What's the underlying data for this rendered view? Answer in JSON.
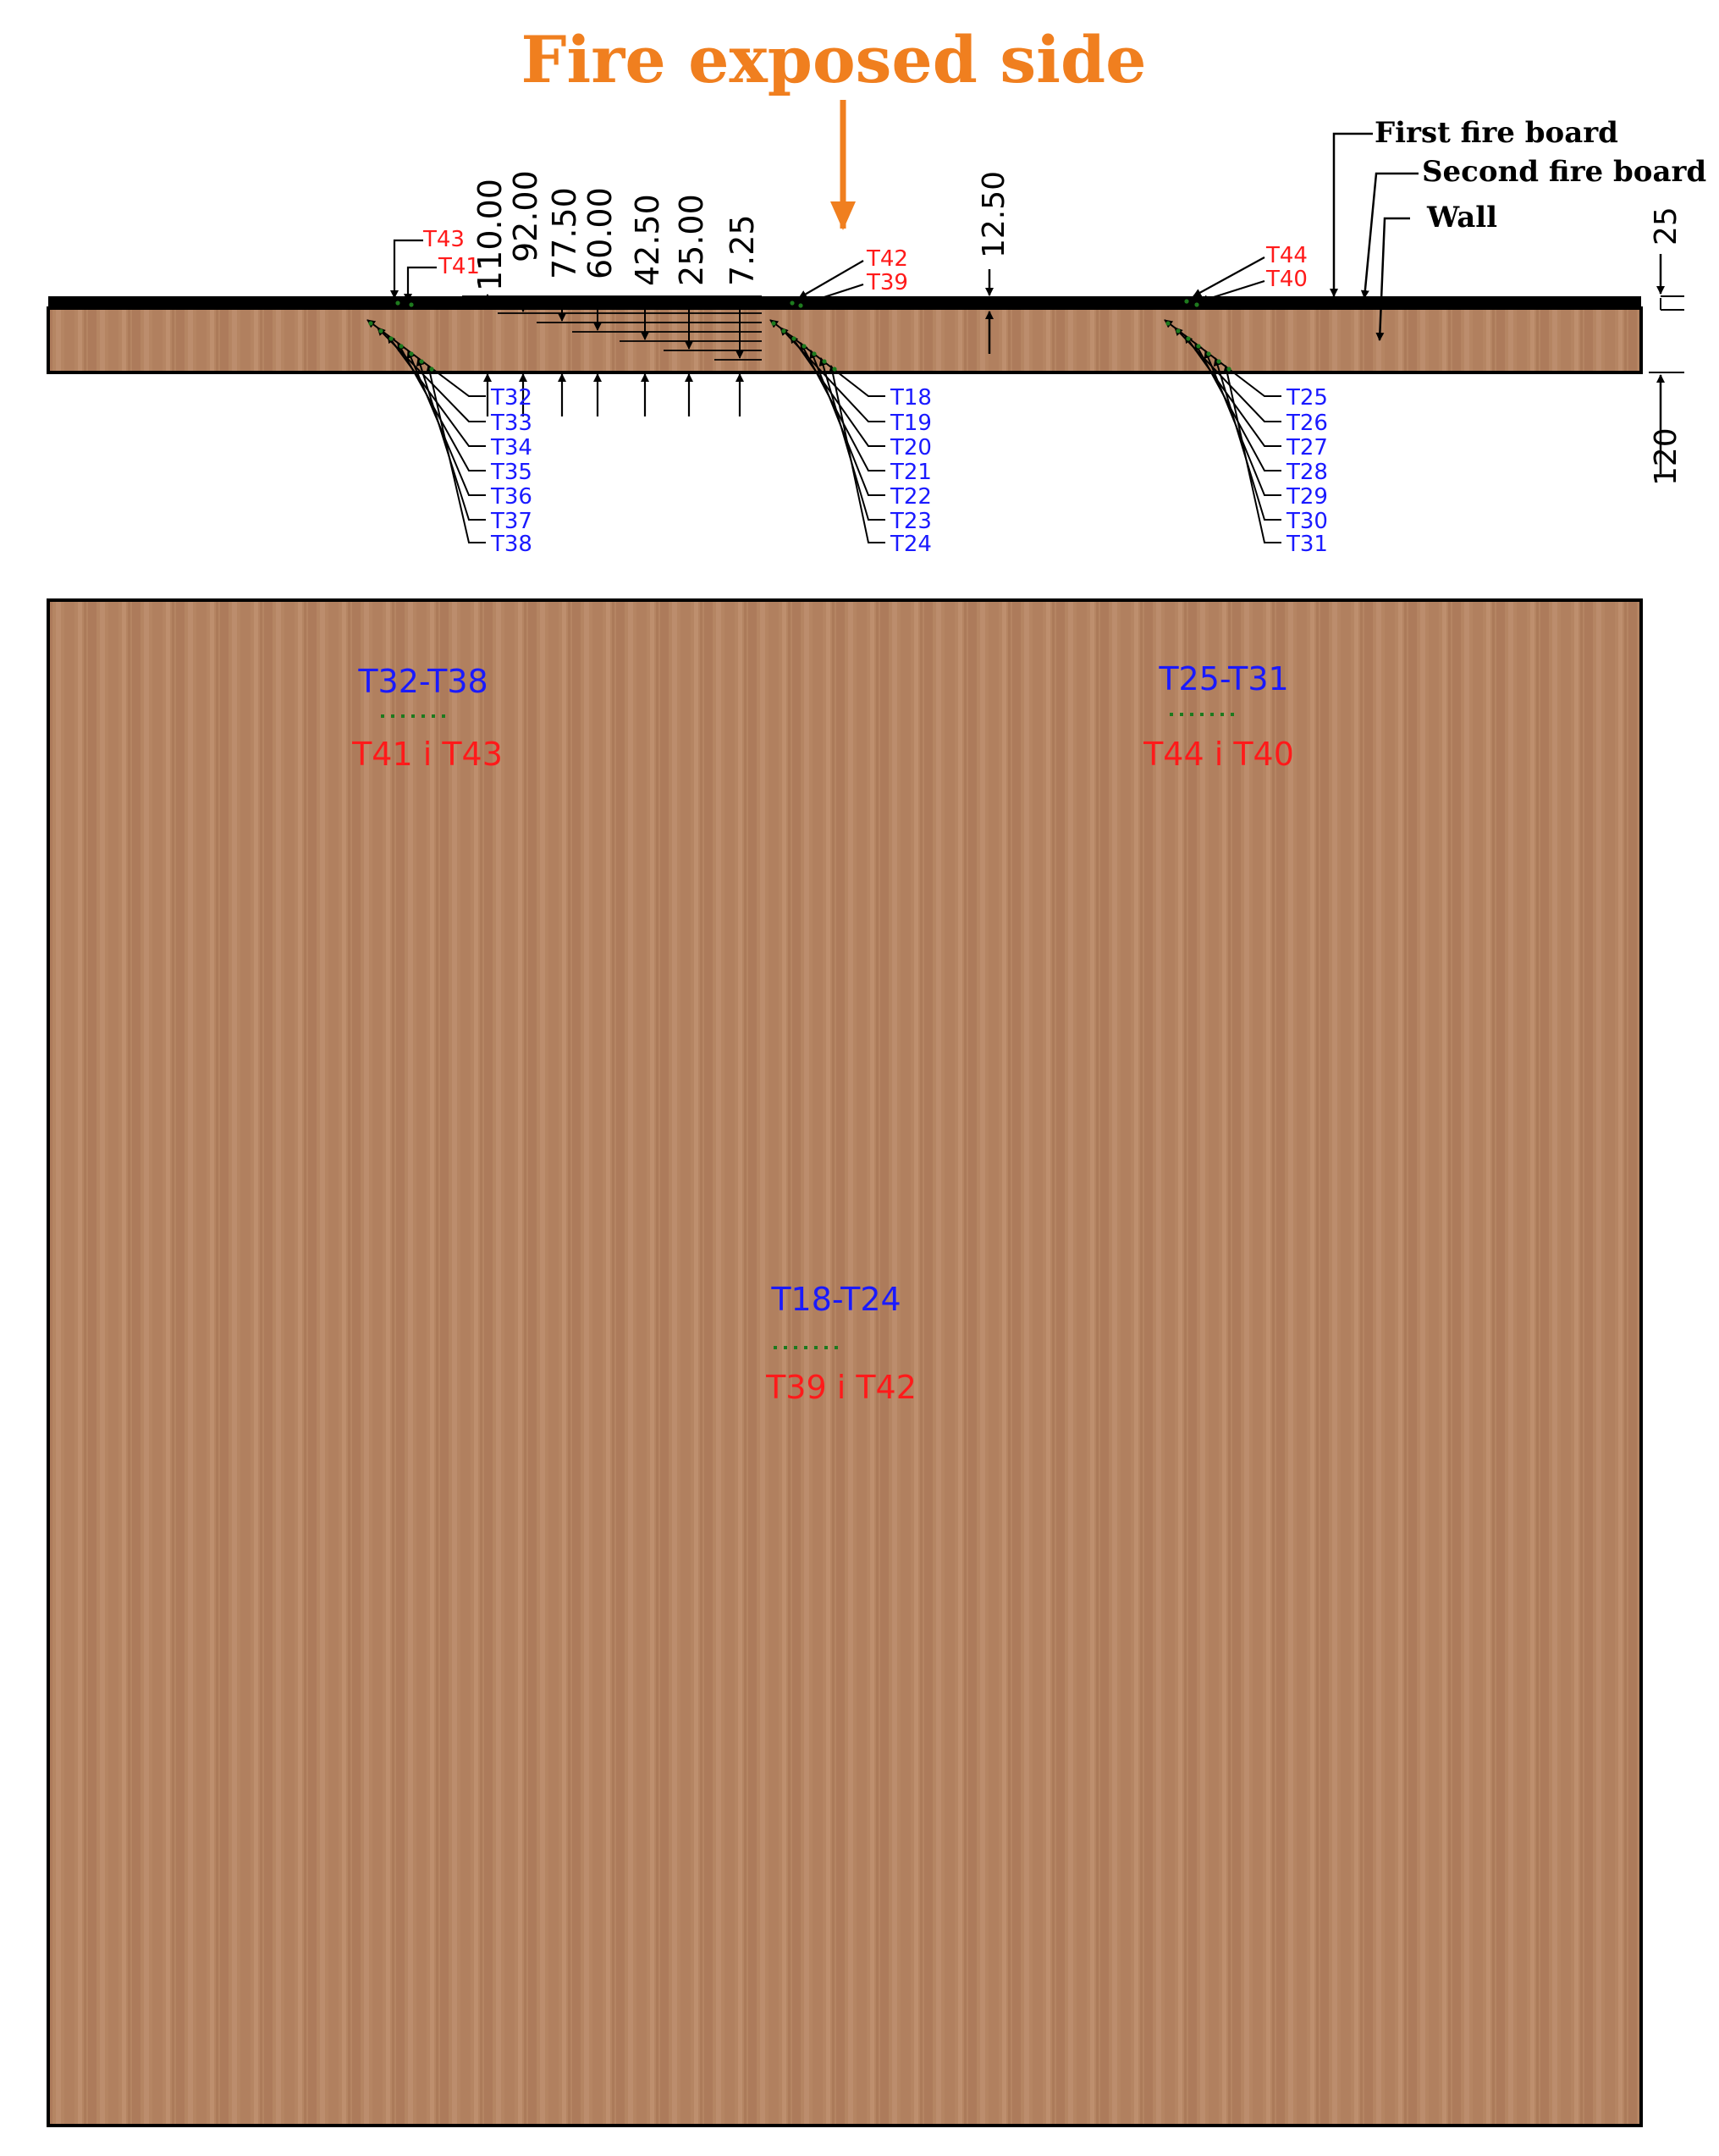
{
  "title": "Fire exposed side",
  "layer_labels": {
    "first_board": "First fire board",
    "second_board": "Second fire board",
    "wall": "Wall"
  },
  "depth_dims": [
    "110.00",
    "92.00",
    "77.50",
    "60.00",
    "42.50",
    "25.00",
    "7.25"
  ],
  "board_dim": "12.50",
  "side_dims": {
    "top": "25",
    "bottom": "120"
  },
  "top_sensors": {
    "left": [
      "T43",
      "T41"
    ],
    "center": [
      "T42",
      "T39"
    ],
    "right": [
      "T44",
      "T40"
    ]
  },
  "bottom_sensors": {
    "left": [
      "T32",
      "T33",
      "T34",
      "T35",
      "T36",
      "T37",
      "T38"
    ],
    "center": [
      "T18",
      "T19",
      "T20",
      "T21",
      "T22",
      "T23",
      "T24"
    ],
    "right": [
      "T25",
      "T26",
      "T27",
      "T28",
      "T29",
      "T30",
      "T31"
    ]
  },
  "plan_groups": [
    {
      "blue": "T32-T38",
      "red": "T41 i T43"
    },
    {
      "blue": "T25-T31",
      "red": "T44 i T40"
    },
    {
      "blue": "T18-T24",
      "red": "T39 i T42"
    }
  ],
  "colors": {
    "fire": "#f07f1f",
    "blue_label": "#1a1aff",
    "red_label": "#ff1a1a",
    "wood": "#b07f5e",
    "sensor": "#1e7a1e"
  }
}
